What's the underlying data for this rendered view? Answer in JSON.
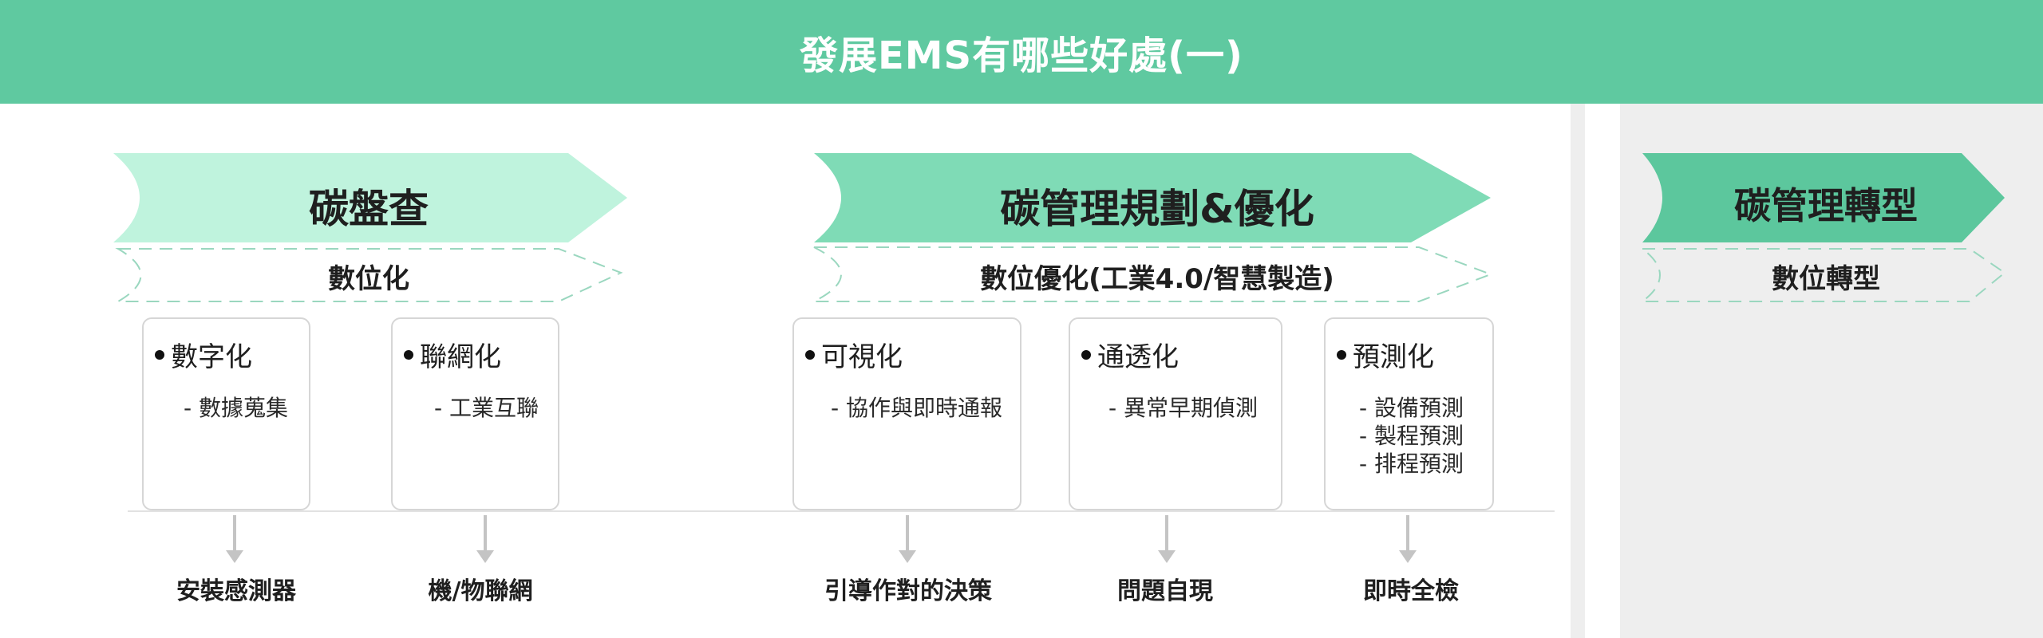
{
  "header": {
    "title": "發展EMS有哪些好處(一)"
  },
  "stages": [
    {
      "label": "碳盤查",
      "sub_label": "數位化"
    },
    {
      "label": "碳管理規劃&優化",
      "sub_label": "數位優化(工業4.0/智慧製造)"
    },
    {
      "label": "碳管理轉型",
      "sub_label": "數位轉型"
    }
  ],
  "cards": [
    {
      "title": "數字化",
      "items": [
        "- 數據蒐集"
      ],
      "outcome": "安裝感測器"
    },
    {
      "title": "聯網化",
      "items": [
        "- 工業互聯"
      ],
      "outcome": "機/物聯網"
    },
    {
      "title": "可視化",
      "items": [
        "- 協作與即時通報"
      ],
      "outcome": "引導作對的決策"
    },
    {
      "title": "通透化",
      "items": [
        "- 異常早期偵測"
      ],
      "outcome": "問題自現"
    },
    {
      "title": "預測化",
      "items": [
        "- 設備預測",
        "- 製程預測",
        "- 排程預測"
      ],
      "outcome": "即時全檢"
    }
  ],
  "colors": {
    "header": "#5fc9a0",
    "stage_light": "#bff3dd",
    "stage_medium": "#7fdbb6",
    "stage_dark": "#5cc79d",
    "dashed_outline": "#9ad7bf",
    "arrow": "#c4c4c4"
  }
}
